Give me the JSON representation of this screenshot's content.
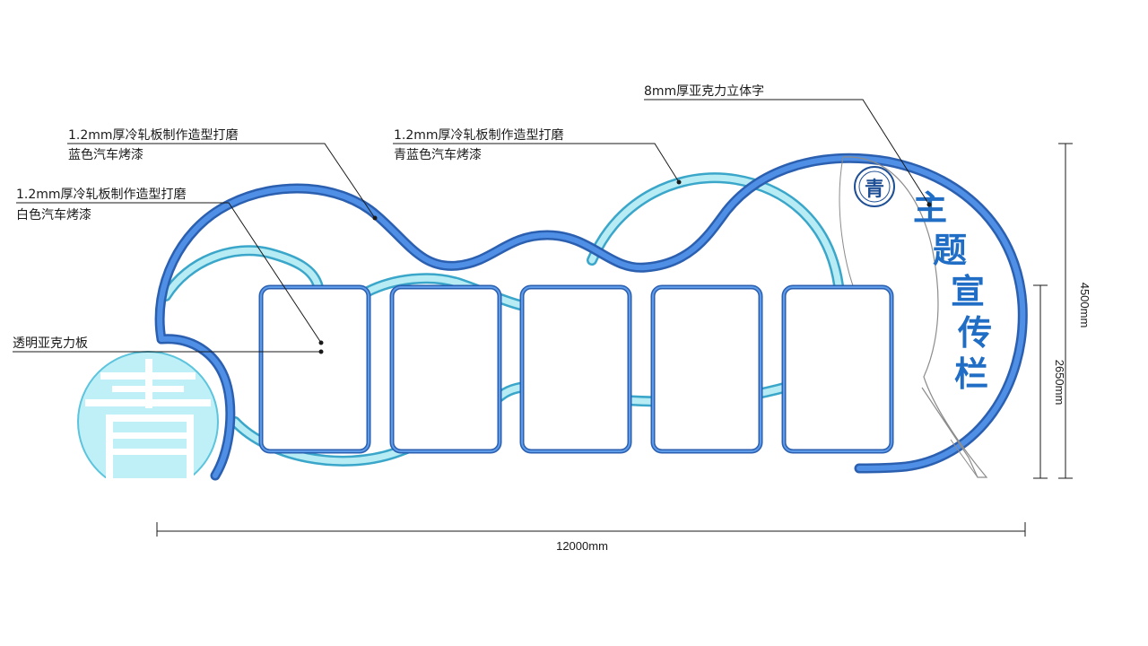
{
  "callouts": {
    "left_top_line1": "1.2mm厚冷轧板制作造型打磨",
    "left_top_line2": "蓝色汽车烤漆",
    "left_mid_line1": "1.2mm厚冷轧板制作造型打磨",
    "left_mid_line2": "白色汽车烤漆",
    "center_line1": "1.2mm厚冷轧板制作造型打磨",
    "center_line2": "青蓝色汽车烤漆",
    "acrylic_text": "8mm厚亚克力立体字",
    "acrylic_board": "透明亚克力板"
  },
  "title_chars": [
    "主",
    "题",
    "宣",
    "传",
    "栏"
  ],
  "emblem_char": "青",
  "dimensions": {
    "width": "12000mm",
    "height_total": "4500mm",
    "height_partial": "2650mm"
  },
  "colors": {
    "frame_blue": "#3a7bd5",
    "light_blue": "#a9e4f0",
    "panel_border": "#3a7bd5",
    "title_blue": "#1f6dc4"
  }
}
